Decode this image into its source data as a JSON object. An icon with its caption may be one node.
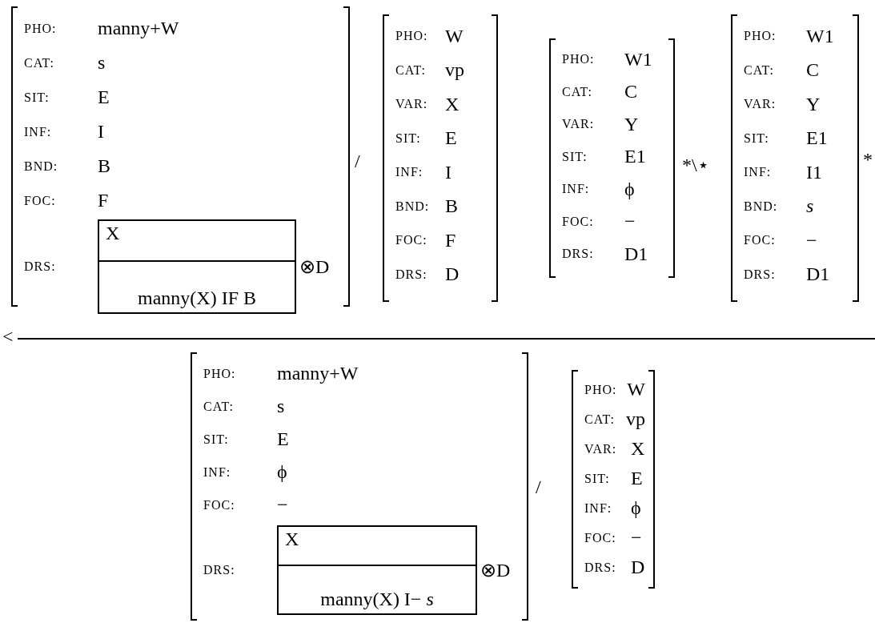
{
  "diagram": {
    "nodes": [
      {
        "text": [
          "PHO:",
          "manny+W",
          "CAT:",
          "s",
          "SIT:",
          "E",
          "INF:",
          "I",
          "BND:",
          "B",
          "FOC:",
          "F",
          "DRS:",
          "⊗D"
        ]
      },
      {
        "text": [
          "X",
          "manny(X) IF B"
        ],
        "in": 0
      },
      {
        "text": [
          "PHO:",
          "W",
          "CAT:",
          "vp",
          "VAR:",
          "X",
          "SIT:",
          "E",
          "INF:",
          "I",
          "BND:",
          "B",
          "FOC:",
          "F",
          "DRS:",
          "D"
        ]
      },
      {
        "text": [
          "PHO:",
          "W1",
          "CAT:",
          "C",
          "VAR:",
          "Y",
          "SIT:",
          "E1",
          "INF:",
          "ϕ",
          "FOC:",
          "−",
          "DRS:",
          "D1"
        ]
      },
      {
        "text": [
          "PHO:",
          "W1",
          "CAT:",
          "C",
          "VAR:",
          "Y",
          "SIT:",
          "E1",
          "INF:",
          "I1",
          "BND:",
          "s",
          "FOC:",
          "−",
          "DRS:",
          "D1"
        ]
      },
      {
        "text": [
          "PHO:",
          "manny+W",
          "CAT:",
          "s",
          "SIT:",
          "E",
          "INF:",
          "ϕ",
          "FOC:",
          "−",
          "DRS:",
          "⊗D"
        ]
      },
      {
        "text": [
          "X",
          "manny(X) I− *s*"
        ],
        "in": 5
      },
      {
        "text": [
          "PHO:",
          "W",
          "CAT:",
          "vp",
          "VAR:",
          "X",
          "SIT:",
          "E",
          "INF:",
          "ϕ",
          "FOC:",
          "−",
          "DRS:",
          "D"
        ]
      }
    ],
    "labels": [
      "/",
      "*\\⋆",
      "*",
      "<",
      "/"
    ]
  }
}
